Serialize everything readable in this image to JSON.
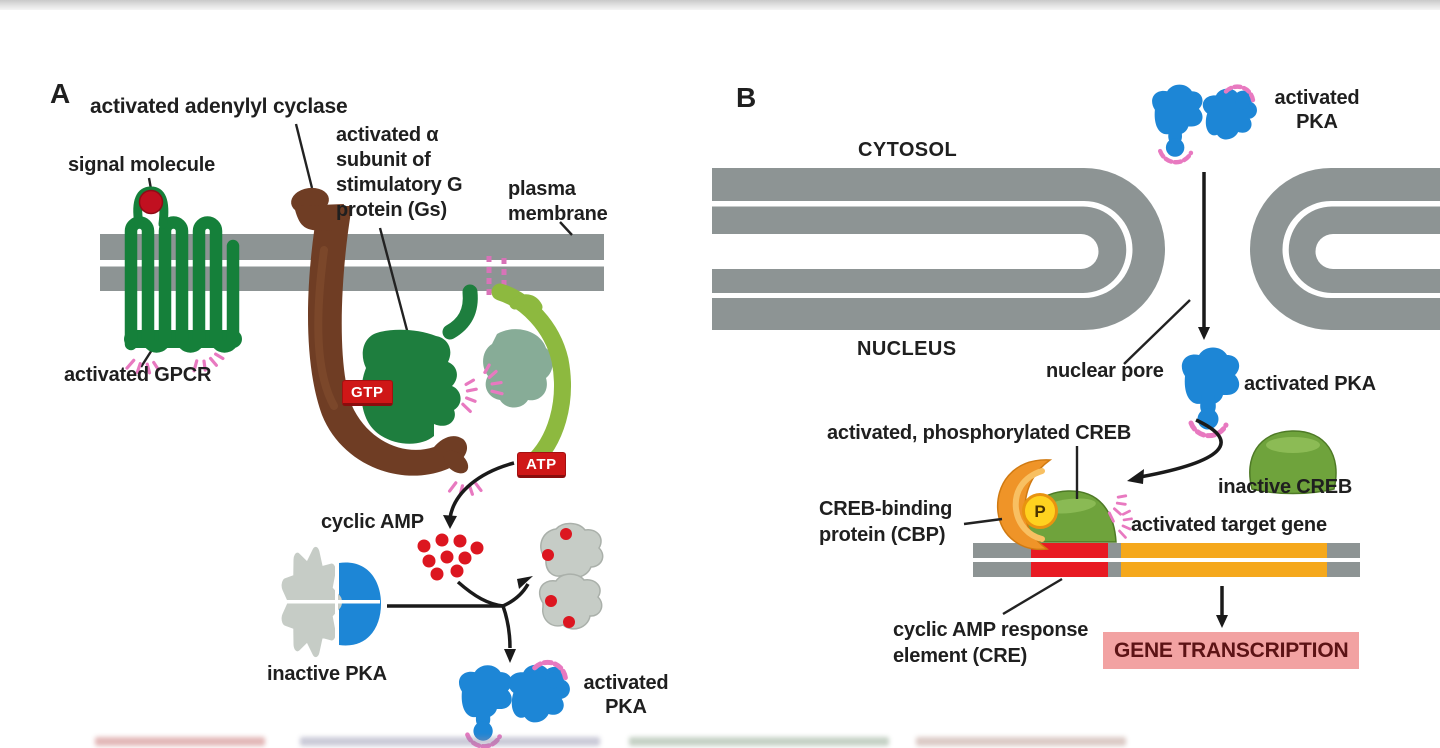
{
  "colors": {
    "membrane_gray": "#8d9494",
    "gpcr_green": "#15803a",
    "signal_red": "#c11020",
    "adenylyl_cyclase_brown": "#6f3d24",
    "g_alpha_green": "#1e7e3e",
    "g_beta_sage": "#87ac97",
    "g_gamma_green": "#8db93f",
    "nucleotide_badge_red": "#cf1717",
    "camp_dot_red": "#dc1620",
    "pka_blue": "#1d86d6",
    "pka_inactive_gray": "#c6ccc6",
    "activation_pink": "#e879c0",
    "cbp_orange": "#ef9428",
    "phosphate_yellow": "#ffd21f",
    "creb_green": "#6fa33c",
    "dna_red": "#e81b23",
    "dna_orange": "#f5a81c",
    "gene_transcription_bg": "#f2a2a2",
    "gene_transcription_text": "#5c1315",
    "label_ink": "#1f1f1f"
  },
  "panelA": {
    "letter": "A",
    "labels": {
      "adenylyl_cyclase": "activated adenylyl cyclase",
      "signal_molecule": "signal molecule",
      "gs_lines": [
        "activated α",
        "subunit of",
        "stimulatory G",
        "protein (Gs)"
      ],
      "plasma_membrane_lines": [
        "plasma",
        "membrane"
      ],
      "gpcr": "activated GPCR",
      "gtp_badge": "GTP",
      "atp_badge": "ATP",
      "cyclic_amp": "cyclic AMP",
      "inactive_pka": "inactive PKA",
      "activated_pka_lines": [
        "activated",
        "PKA"
      ]
    }
  },
  "panelB": {
    "letter": "B",
    "labels": {
      "cytosol": "CYTOSOL",
      "nucleus": "NUCLEUS",
      "nuclear_pore": "nuclear pore",
      "activated_pka_top_lines": [
        "activated",
        "PKA"
      ],
      "activated_pka_nuclear": "activated PKA",
      "phospho_creb": "activated, phosphorylated CREB",
      "cbp_lines": [
        "CREB-binding",
        "protein (CBP)"
      ],
      "phosphate_badge": "P",
      "inactive_creb": "inactive CREB",
      "activated_target_gene": "activated target gene",
      "cre_lines": [
        "cyclic AMP response",
        "element (CRE)"
      ],
      "gene_transcription": "GENE TRANSCRIPTION"
    }
  }
}
